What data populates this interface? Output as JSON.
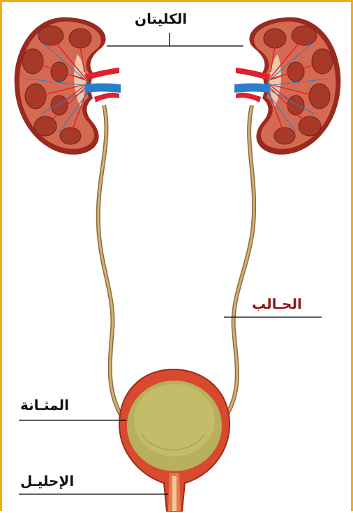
{
  "labels": {
    "kidneys": "الكليتان",
    "ureter": "الحـالب",
    "bladder": "المثـانة",
    "urethra": "الإحليـل"
  },
  "colors": {
    "frame": "#f2ab1c",
    "kidney_tissue": "#d56a52",
    "kidney_cortex_dark": "#9a2a1e",
    "renal_pyramid": "#a43a28",
    "artery": "#e0202e",
    "vein": "#2a7fc8",
    "ureter": "#c09a62",
    "bladder_wall": "#d84a30",
    "bladder_lumen": "#b8b05a",
    "ureter_label": "#8a1818"
  }
}
